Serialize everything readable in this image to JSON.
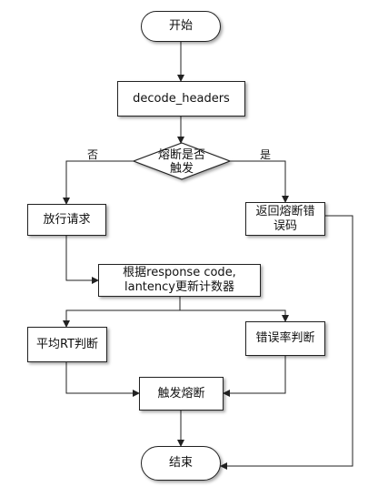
{
  "nodes": {
    "start": "开始",
    "decode": "decode_headers",
    "decision": "熔断是否\n触发",
    "release": "放行请求",
    "return_error": "返回熔断错\n误码",
    "update": "根据response code,\nlantency更新计数器",
    "avg_rt": "平均RT判断",
    "error_rate": "错误率判断",
    "trigger": "触发熔断",
    "end": "结束"
  },
  "edge_labels": {
    "no": "否",
    "yes": "是"
  }
}
